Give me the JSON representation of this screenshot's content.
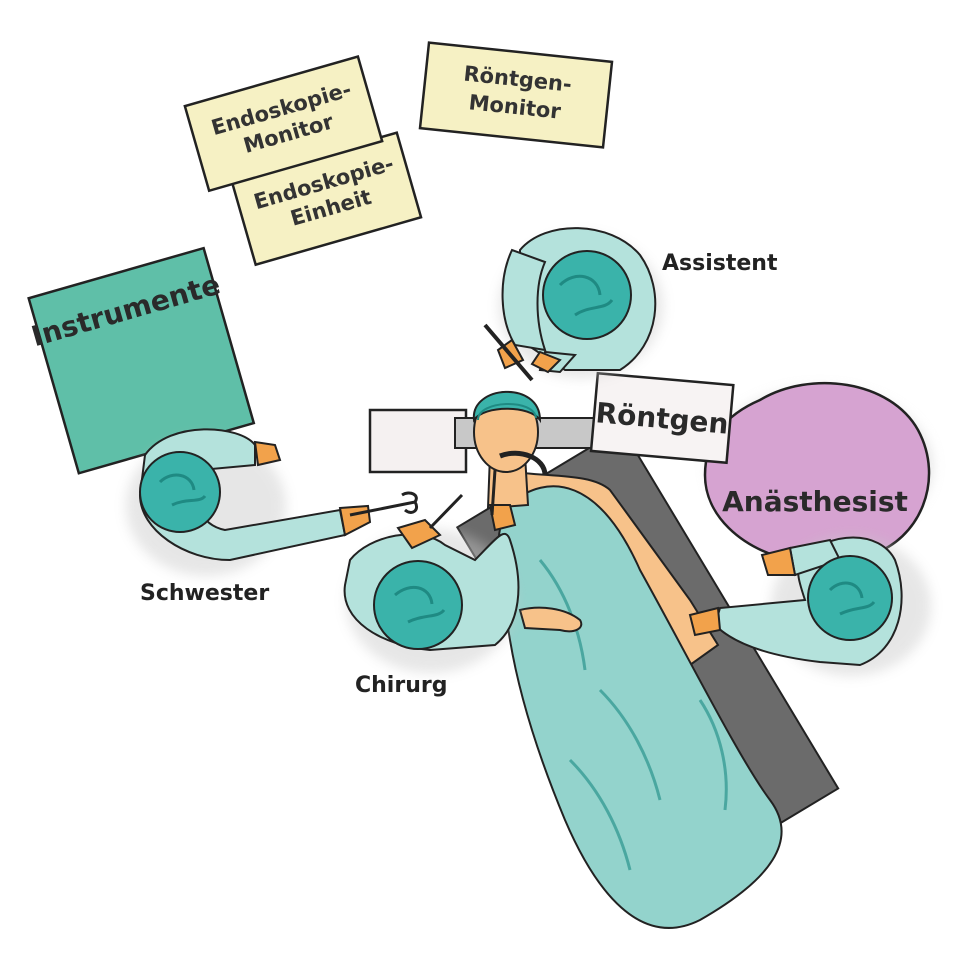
{
  "labels": {
    "endoskopie_monitor": [
      "Endoskopie-",
      "Monitor"
    ],
    "endoskopie_einheit": [
      "Endoskopie-",
      "Einheit"
    ],
    "roentgen_monitor": [
      "Röntgen-",
      "Monitor"
    ],
    "instrumente": "Instrumente",
    "roentgen": "Röntgen",
    "anaesthesist": "Anästhesist",
    "assistent": "Assistent",
    "schwester": "Schwester",
    "chirurg": "Chirurg"
  },
  "colors": {
    "equipment_box": "#f6f1c4",
    "instrument_table": "#5fbfa8",
    "anaesthesia_area": "#d6a3d1",
    "roentgen_box": "#f7f3f3",
    "gown": "#b4e2dc",
    "cap": "#3ab3aa",
    "drape": "#93d3cc",
    "skin": "#f7c28a",
    "glove": "#f2a24b",
    "table_dark": "#6b6b6b"
  }
}
